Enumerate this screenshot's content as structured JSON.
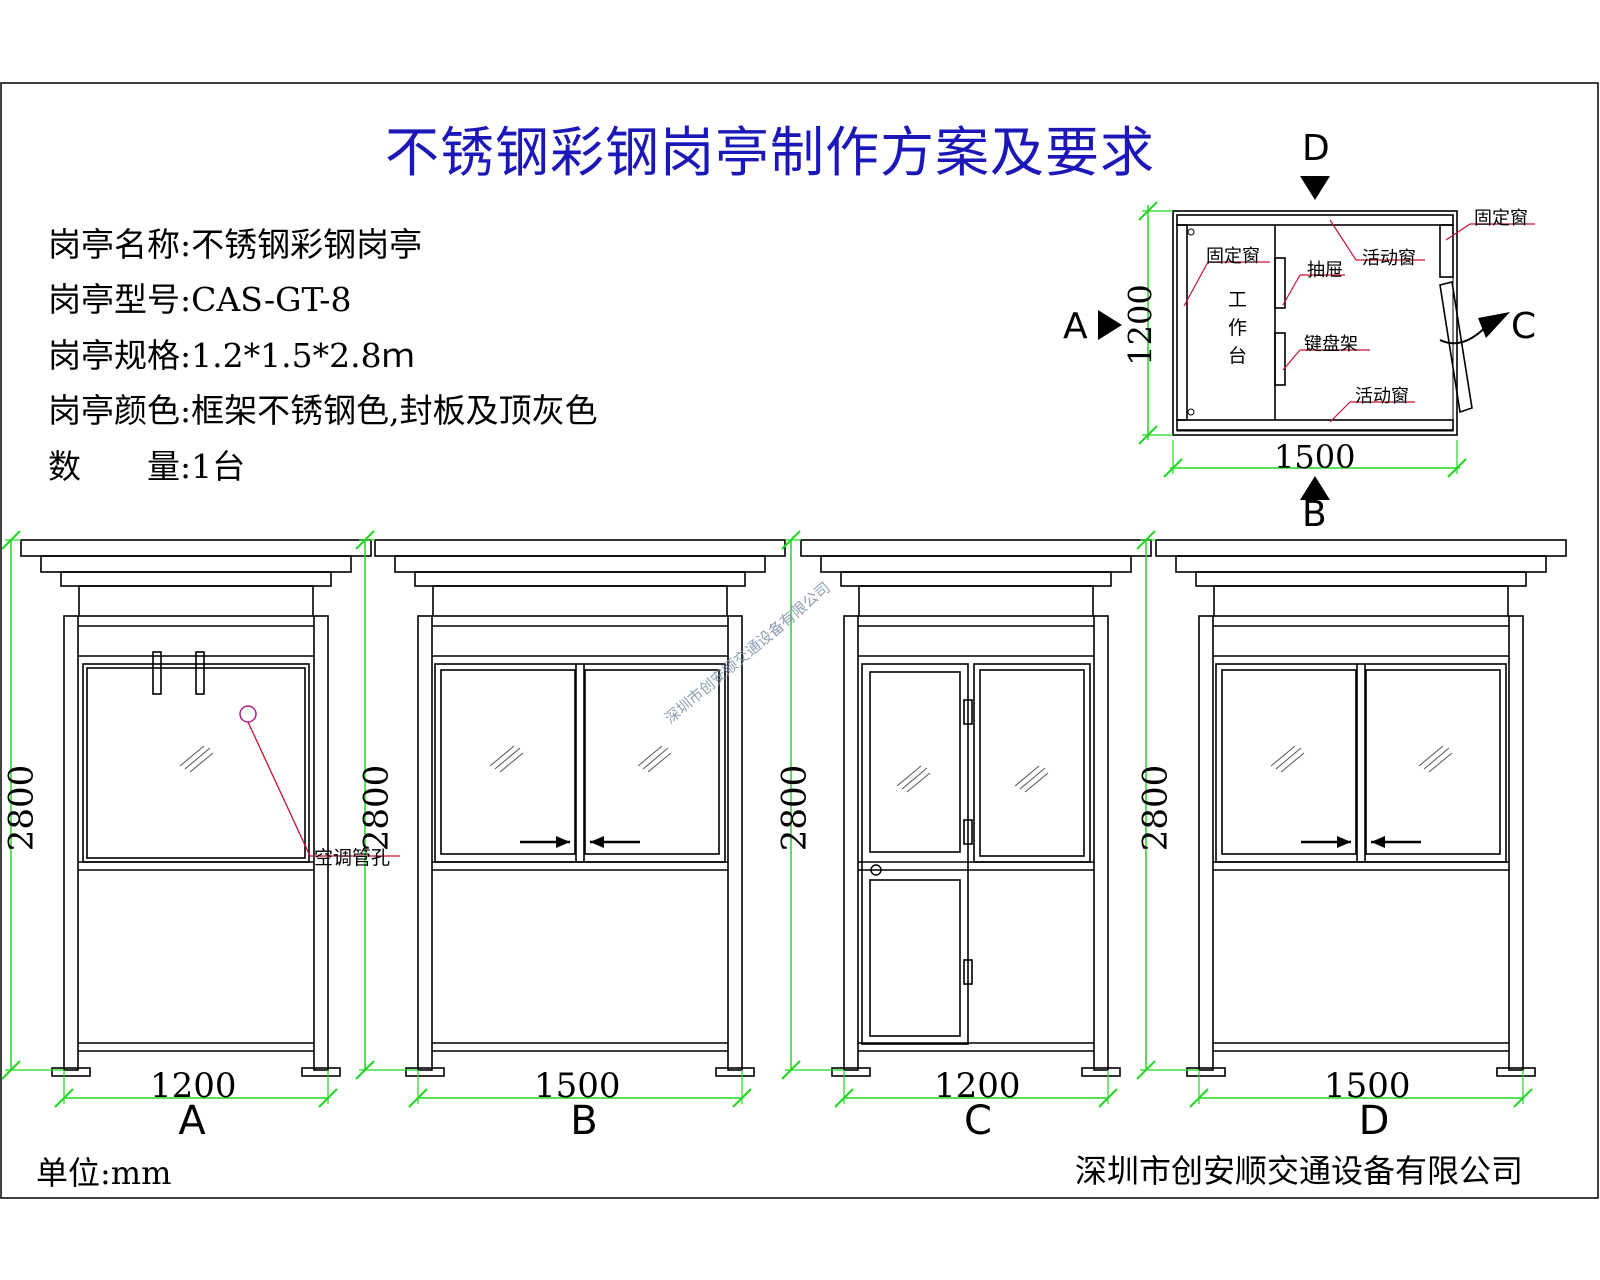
{
  "title": "不锈钢彩钢岗亭制作方案及要求",
  "specs": [
    {
      "label": "岗亭名称:",
      "value": "不锈钢彩钢岗亭"
    },
    {
      "label": "岗亭型号:",
      "value": "CAS-GT-8"
    },
    {
      "label": "岗亭规格:",
      "value": "1.2*1.5*2.8ｍ"
    },
    {
      "label": "岗亭颜色:",
      "value": "框架不锈钢色,封板及顶灰色"
    },
    {
      "label": "数　　量:",
      "value": "1台"
    }
  ],
  "plan": {
    "width_dim": "1500",
    "depth_dim": "1200",
    "view_markers": {
      "a": "A",
      "b": "B",
      "c": "C",
      "d": "D"
    },
    "labels": {
      "fixed_window_top": "固定窗",
      "fixed_window_left": "固定窗",
      "sliding_window_top": "活动窗",
      "sliding_window_bottom": "活动窗",
      "drawer": "抽屉",
      "keyboard_tray": "键盘架",
      "workbench": "工作台"
    }
  },
  "elevations": [
    {
      "letter": "A",
      "width": "1200",
      "height": "2800",
      "note": "空调管孔"
    },
    {
      "letter": "B",
      "width": "1500",
      "height": "2800"
    },
    {
      "letter": "C",
      "width": "1200",
      "height": "2800"
    },
    {
      "letter": "D",
      "width": "1500",
      "height": "2800"
    }
  ],
  "unit": "单位:mm",
  "company": "深圳市创安顺交通设备有限公司",
  "watermark": "深圳市创安顺交通设备有限公司",
  "colors": {
    "title": "#1c17b8",
    "dimension": "#1fd81f",
    "leader": "#c8102e",
    "line": "#000000"
  }
}
